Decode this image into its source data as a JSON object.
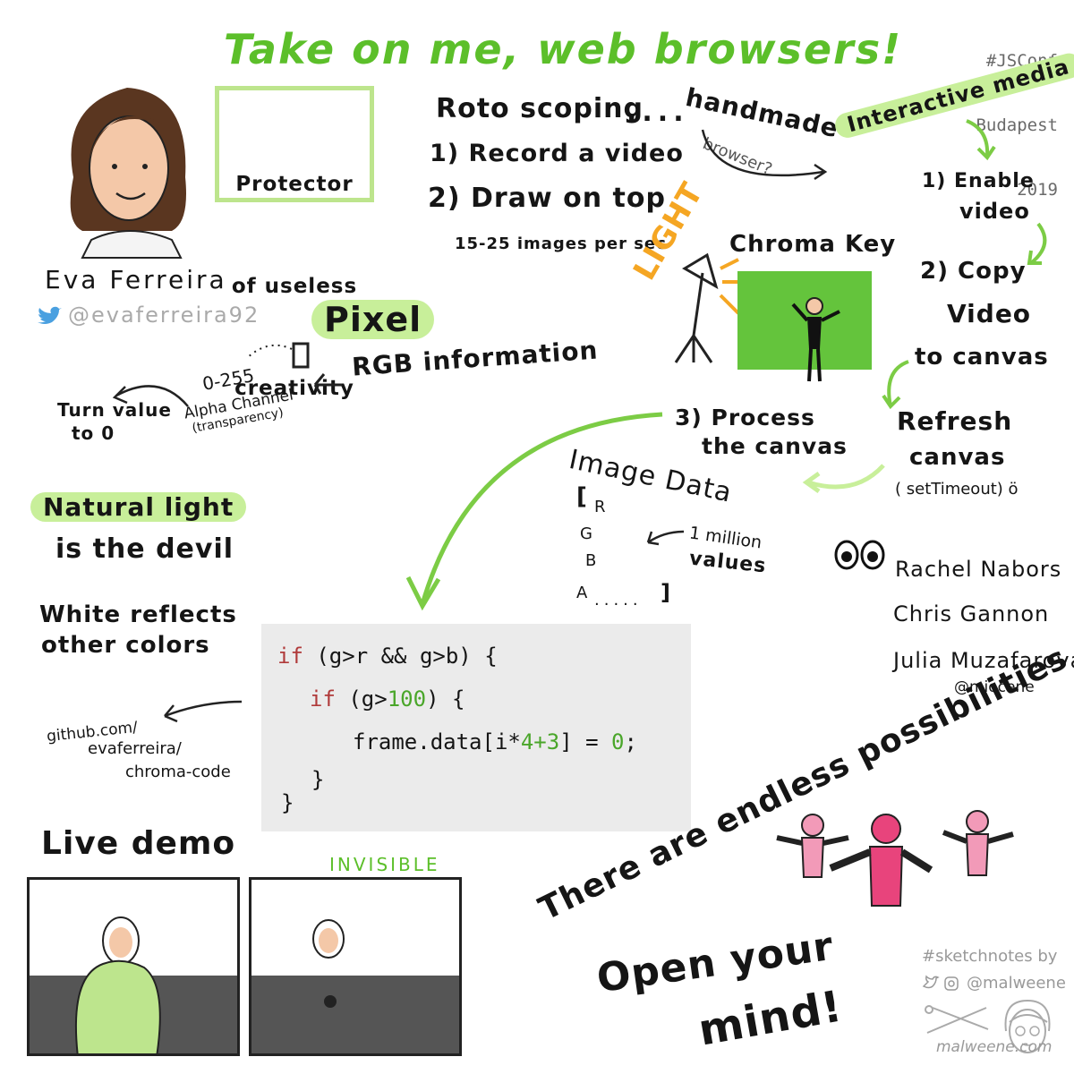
{
  "title": "Take on me, web browsers!",
  "conference": [
    "#JSConf",
    "Budapest",
    "2019"
  ],
  "speaker": {
    "name": "Eva Ferreira",
    "handle": "@evaferreira92"
  },
  "protector": [
    "Protector",
    "of useless",
    "creativity"
  ],
  "rotoscoping": {
    "heading": "Roto scoping",
    "connector": "handmade",
    "browser_q": "browser?",
    "steps": [
      "1) Record a video",
      "2) Draw on top"
    ],
    "rate": "15-25 images per sec"
  },
  "interactive": {
    "heading": "Interactive media",
    "steps": [
      "1) Enable",
      "video",
      "2) Copy",
      "Video",
      "to canvas"
    ],
    "refresh": [
      "Refresh",
      "canvas",
      "( setTimeout) ö"
    ],
    "process": [
      "3) Process",
      "the canvas"
    ]
  },
  "chroma": {
    "label": "Chroma Key",
    "light": "LIGHT"
  },
  "pixel": {
    "heading": "Pixel",
    "rgb": "RGB information",
    "range": "0-255",
    "alpha": "Alpha Channel",
    "alpha_sub": "(transparency)",
    "turn": [
      "Turn value",
      "to 0"
    ]
  },
  "image_data": {
    "heading": "Image Data",
    "letters": [
      "[",
      "R",
      "G",
      "B",
      "A",
      "]"
    ],
    "note": [
      "1 million",
      "values"
    ]
  },
  "natural": [
    "Natural light",
    "is the devil"
  ],
  "white": [
    "White reflects",
    "other colors"
  ],
  "code": {
    "l1_kw": "if",
    "l1_rest": " (g>r && g>b) {",
    "l2_kw": "if",
    "l2_a": " (g>",
    "l2_num": "100",
    "l2_b": ") {",
    "l3_a": "frame.data[i*",
    "l3_n1": "4",
    "l3_b": "+",
    "l3_n2": "3",
    "l3_c": "] = ",
    "l3_n3": "0",
    "l3_d": ";",
    "l4": "}",
    "l5": "}"
  },
  "github": [
    "github.com/",
    "evaferreira/",
    "chroma-code"
  ],
  "live_demo": "Live demo",
  "invisible": "INVISIBLE",
  "people": [
    "Rachel Nabors",
    "Chris Gannon",
    "Julia Muzafarova"
  ],
  "people_handle": "@miocene",
  "endless": "There are endless possibilities",
  "open": [
    "Open your",
    "mind!"
  ],
  "credit": {
    "tag": "#sketchnotes by",
    "handle": "@malweene",
    "site": "malweene.com"
  },
  "colors": {
    "accent_green": "#5cbf2a",
    "highlight": "#c8ef9a",
    "pink": "#e8447c",
    "light_pink": "#f29ab8",
    "orange": "#f5a623"
  }
}
